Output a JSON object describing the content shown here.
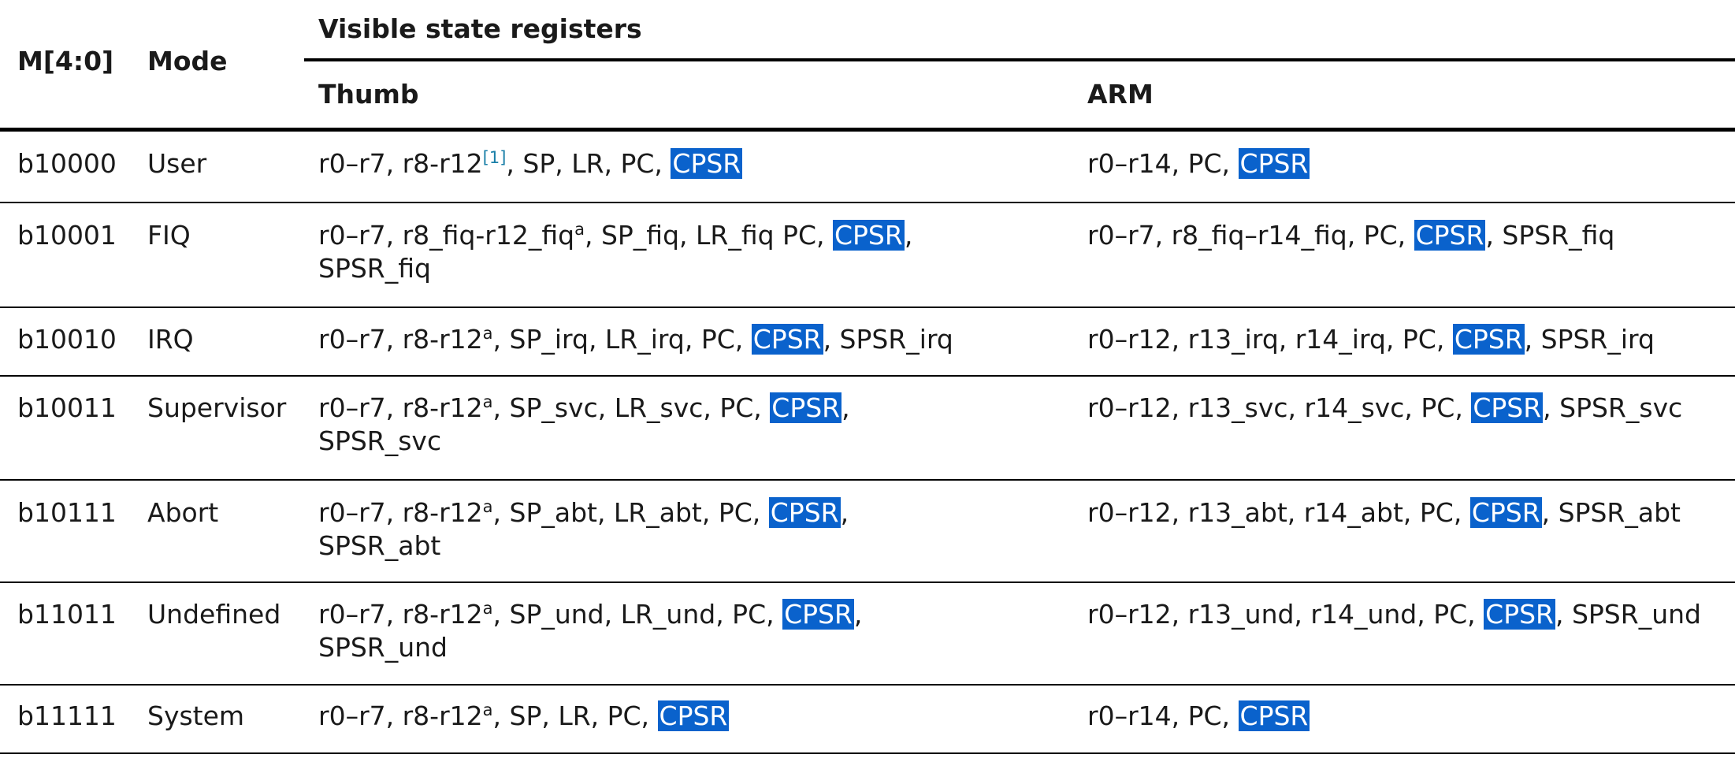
{
  "headers": {
    "m": "M[4:0]",
    "mode": "Mode",
    "group": "Visible state registers",
    "thumb": "Thumb",
    "arm": "ARM"
  },
  "rows": [
    {
      "code": "b10000",
      "mode": "User",
      "thumb": {
        "before": "r0–r7, r8-r12",
        "sup": "[1]",
        "after": ", SP, LR, PC, ",
        "hl": "CPSR",
        "tail": ""
      },
      "arm": {
        "before": "r0–r14, PC, ",
        "hl": "CPSR",
        "tail": ""
      }
    },
    {
      "code": "b10001",
      "mode": "FIQ",
      "thumb": {
        "before": "r0–r7, r8_fiq-r12_fiq",
        "sup": "a",
        "after": ", SP_fiq, LR_fiq PC, ",
        "hl": "CPSR",
        "tail": ", SPSR_fiq"
      },
      "arm": {
        "before": "r0–r7, r8_fiq–r14_fiq, PC, ",
        "hl": "CPSR",
        "tail": ", SPSR_fiq"
      }
    },
    {
      "code": "b10010",
      "mode": "IRQ",
      "thumb": {
        "before": "r0–r7, r8-r12",
        "sup": "a",
        "after": ", SP_irq, LR_irq, PC, ",
        "hl": "CPSR",
        "tail": ", SPSR_irq"
      },
      "arm": {
        "before": "r0–r12, r13_irq, r14_irq, PC, ",
        "hl": "CPSR",
        "tail": ", SPSR_irq"
      }
    },
    {
      "code": "b10011",
      "mode": "Supervisor",
      "thumb": {
        "before": "r0–r7, r8-r12",
        "sup": "a",
        "after": ", SP_svc, LR_svc, PC, ",
        "hl": "CPSR",
        "tail": ", SPSR_svc"
      },
      "arm": {
        "before": "r0–r12, r13_svc, r14_svc, PC, ",
        "hl": "CPSR",
        "tail": ", SPSR_svc"
      }
    },
    {
      "code": "b10111",
      "mode": "Abort",
      "thumb": {
        "before": "r0–r7, r8-r12",
        "sup": "a",
        "after": ", SP_abt, LR_abt, PC, ",
        "hl": "CPSR",
        "tail": ", SPSR_abt"
      },
      "arm": {
        "before": "r0–r12, r13_abt, r14_abt, PC, ",
        "hl": "CPSR",
        "tail": ", SPSR_abt"
      }
    },
    {
      "code": "b11011",
      "mode": "Undefined",
      "thumb": {
        "before": "r0–r7, r8-r12",
        "sup": "a",
        "after": ", SP_und, LR_und, PC, ",
        "hl": "CPSR",
        "tail": ", SPSR_und"
      },
      "arm": {
        "before": "r0–r12, r13_und, r14_und, PC, ",
        "hl": "CPSR",
        "tail": ", SPSR_und"
      }
    },
    {
      "code": "b11111",
      "mode": "System",
      "thumb": {
        "before": "r0–r7, r8-r12",
        "sup": "a",
        "after": ", SP, LR, PC, ",
        "hl": "CPSR",
        "tail": ""
      },
      "arm": {
        "before": "r0–r14, PC, ",
        "hl": "CPSR",
        "tail": ""
      }
    }
  ],
  "colors": {
    "highlight": "#0a62cc",
    "footnote_link": "#1a7fa8"
  }
}
